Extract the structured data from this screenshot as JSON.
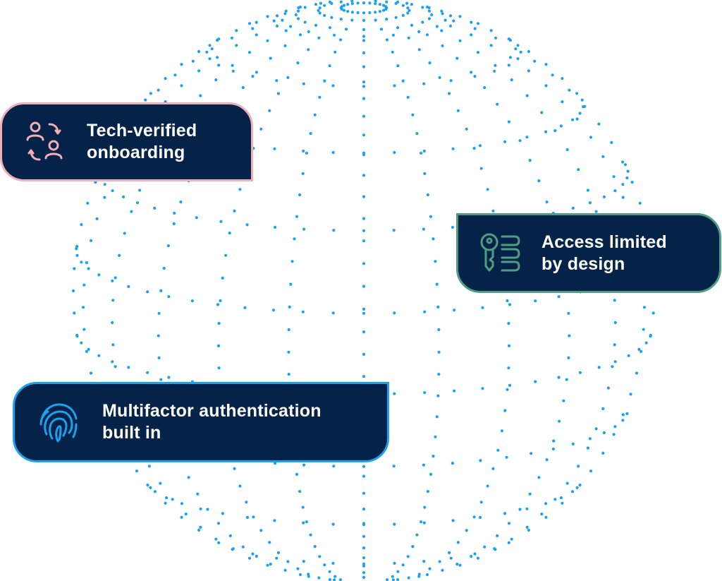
{
  "colors": {
    "card_background": "#052348",
    "dots": "#1aa2f0",
    "onboarding_accent": "#f2aeb6",
    "access_accent": "#4f9c83",
    "mfa_accent": "#1aa2f0"
  },
  "cards": {
    "onboarding": {
      "icon": "user-sync-icon",
      "line1": "Tech-verified",
      "line2": "onboarding"
    },
    "access": {
      "icon": "key-access-icon",
      "line1": "Access limited",
      "line2": "by design"
    },
    "mfa": {
      "icon": "fingerprint-icon",
      "line1": "Multifactor authentication",
      "line2": "built in"
    }
  }
}
